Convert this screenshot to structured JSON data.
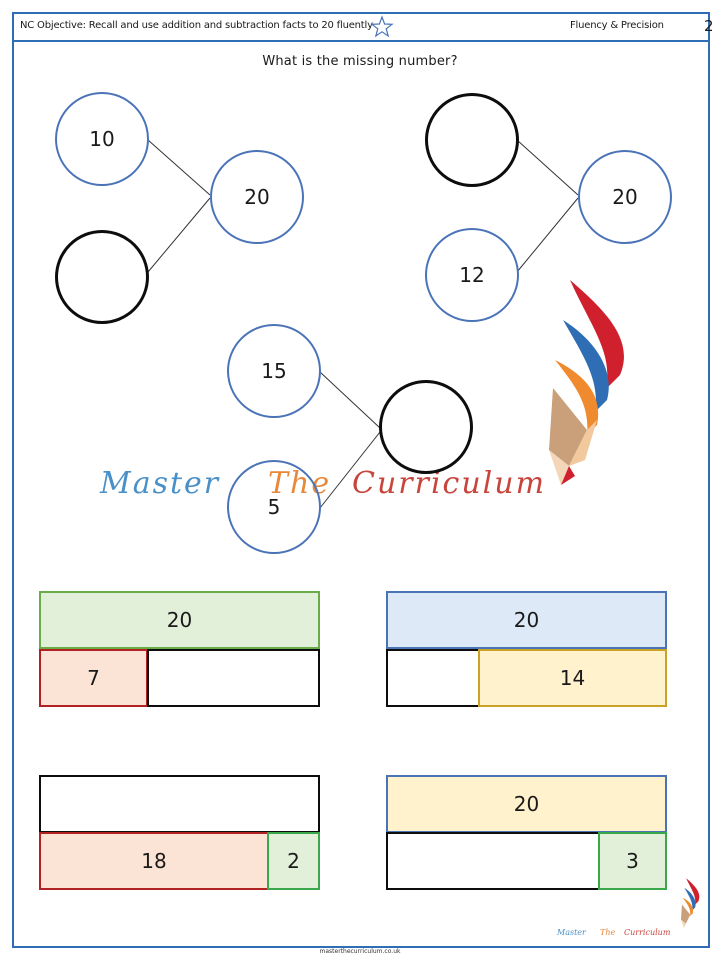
{
  "header": {
    "objective": "NC Objective: Recall and use addition and subtraction facts to 20 fluently",
    "section": "Fluency & Precision",
    "page_number": "2",
    "star_icon": "star-outline-icon"
  },
  "question": "What is the missing number?",
  "part_whole": [
    {
      "part_a": "10",
      "part_b": "",
      "whole": "20"
    },
    {
      "part_a": "",
      "part_b": "12",
      "whole": "20"
    },
    {
      "part_a": "15",
      "part_b": "5",
      "whole": ""
    }
  ],
  "bar_models": [
    {
      "whole": "20",
      "part_left": "7",
      "part_right": ""
    },
    {
      "whole": "20",
      "part_left": "",
      "part_right": "14"
    },
    {
      "whole": "",
      "part_left": "18",
      "part_right": "2"
    },
    {
      "whole": "20",
      "part_left": "",
      "part_right": "3"
    }
  ],
  "watermark": {
    "word1": "Master",
    "word2": "The",
    "word3": "Curriculum"
  },
  "footer": {
    "url": "masterthecurriculum.co.uk",
    "brand1": "Master",
    "brand2": "The",
    "brand3": "Curriculum"
  },
  "colors": {
    "border_blue": "#2f6db5",
    "circle_blue": "#4a73b8",
    "green": "#6aab4a",
    "green_fill": "#e2efd9",
    "red": "#b22222",
    "red_fill": "#fbe4d5",
    "blue_fill": "#dde9f7",
    "gold": "#c9a227",
    "gold_fill": "#fff2cc"
  }
}
